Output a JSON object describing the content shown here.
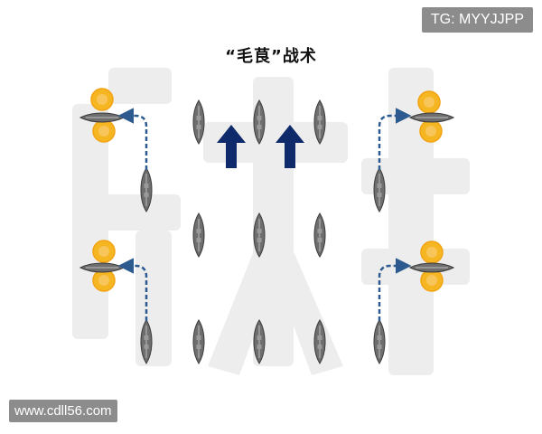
{
  "title": "“毛茛”战术",
  "tag_label": "TG: MYYJJPP",
  "site_label": "www.cdll56.com",
  "colors": {
    "explosion_fill": "#f5b622",
    "explosion_stroke": "#f2a313",
    "ship_fill": "#6e6e6e",
    "ship_stroke": "#3a3a3a",
    "arrow_fill": "#0e2a6a",
    "path_stroke": "#2d5b8f",
    "watermark": "#ececec",
    "badge_bg": "#8c8c8c"
  },
  "icons": {
    "explosion": "explosion-icon",
    "ship": "ship-icon",
    "direction": "arrow-up-icon",
    "path": "dashed-path-arrow"
  }
}
